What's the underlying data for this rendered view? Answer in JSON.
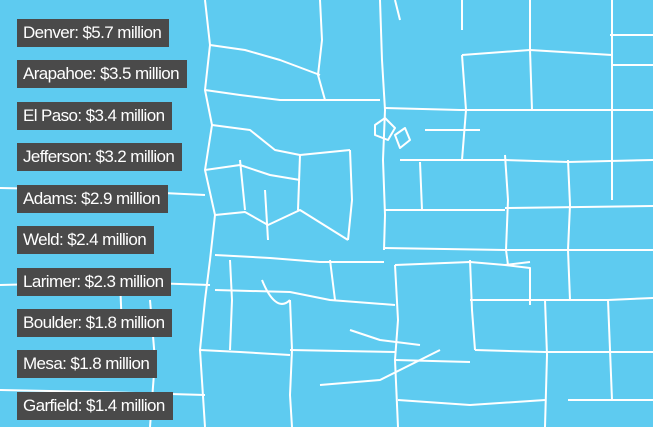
{
  "map": {
    "colors": {
      "land": "#5ecbf0",
      "border": "#ffffff",
      "label_bg": "#4a4a4a",
      "label_text": "#ffffff"
    },
    "labels": [
      {
        "county": "Denver",
        "amount": "$5.7 million",
        "text": "Denver: $5.7 million"
      },
      {
        "county": "Arapahoe",
        "amount": "$3.5 million",
        "text": "Arapahoe: $3.5 million"
      },
      {
        "county": "El Paso",
        "amount": "$3.4 million",
        "text": "El Paso: $3.4 million"
      },
      {
        "county": "Jefferson",
        "amount": "$3.2 million",
        "text": "Jefferson: $3.2 million"
      },
      {
        "county": "Adams",
        "amount": "$2.9 million",
        "text": "Adams: $2.9 million"
      },
      {
        "county": "Weld",
        "amount": "$2.4 million",
        "text": "Weld: $2.4 million"
      },
      {
        "county": "Larimer",
        "amount": "$2.3 million",
        "text": "Larimer: $2.3 million"
      },
      {
        "county": "Boulder",
        "amount": "$1.8 million",
        "text": "Boulder: $1.8 million"
      },
      {
        "county": "Mesa",
        "amount": "$1.8 million",
        "text": "Mesa: $1.8 million"
      },
      {
        "county": "Garfield",
        "amount": "$1.4 million",
        "text": "Garfield: $1.4 million"
      }
    ]
  }
}
